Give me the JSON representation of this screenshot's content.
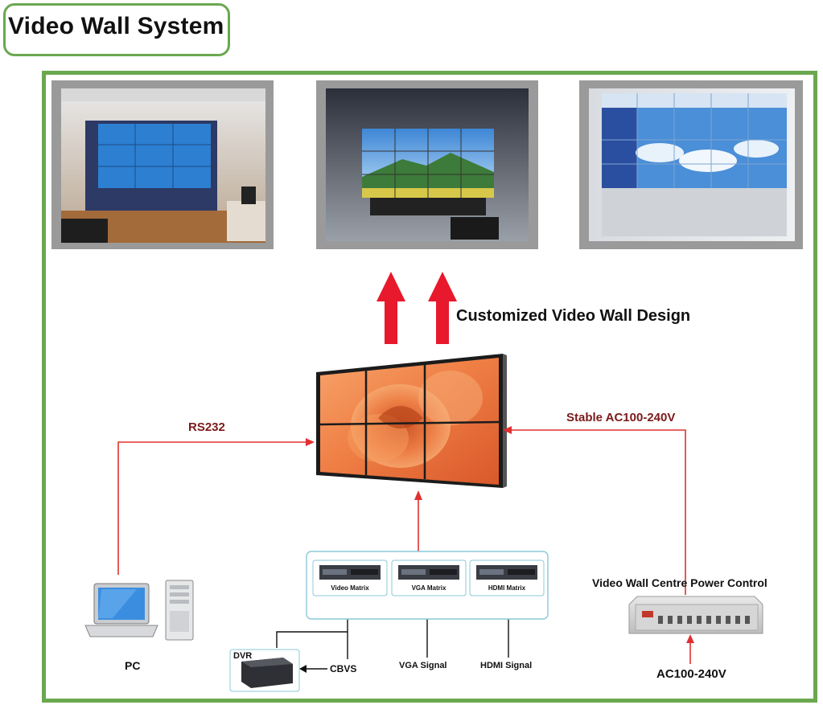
{
  "title": "Video Wall System",
  "design_caption": "Customized Video Wall Design",
  "links": {
    "rs232": "RS232",
    "power_in": "Stable AC100-240V"
  },
  "matrix": {
    "video": "Video Matrix",
    "vga": "VGA Matrix",
    "hdmi": "HDMI Matrix"
  },
  "signals": {
    "cbvs": "CBVS",
    "vga": "VGA Signal",
    "hdmi": "HDMI Signal"
  },
  "devices": {
    "pc": "PC",
    "dvr": "DVR",
    "power_control": "Video Wall Centre Power Control",
    "power_source": "AC100-240V"
  },
  "colors": {
    "frame": "#6aa84f",
    "arrow": "#e8192c",
    "line": "#e03030",
    "matrix_border": "#8cc8d8"
  }
}
